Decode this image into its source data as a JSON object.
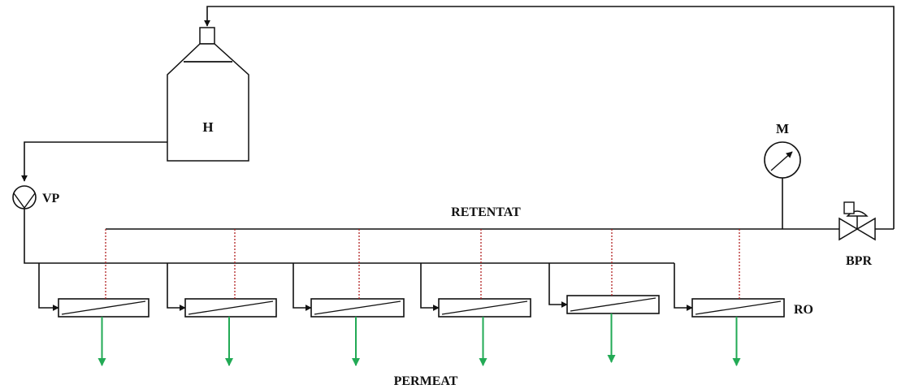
{
  "labels": {
    "tank": "H",
    "pump": "VP",
    "manometer": "M",
    "retentate": "RETENTAT",
    "valve": "BPR",
    "module": "RO",
    "permeate": "PERMEAT"
  },
  "colors": {
    "line": "#111111",
    "retentate_dash": "#b22222",
    "permeate_arrow": "#22aa55"
  },
  "module_count": 6
}
